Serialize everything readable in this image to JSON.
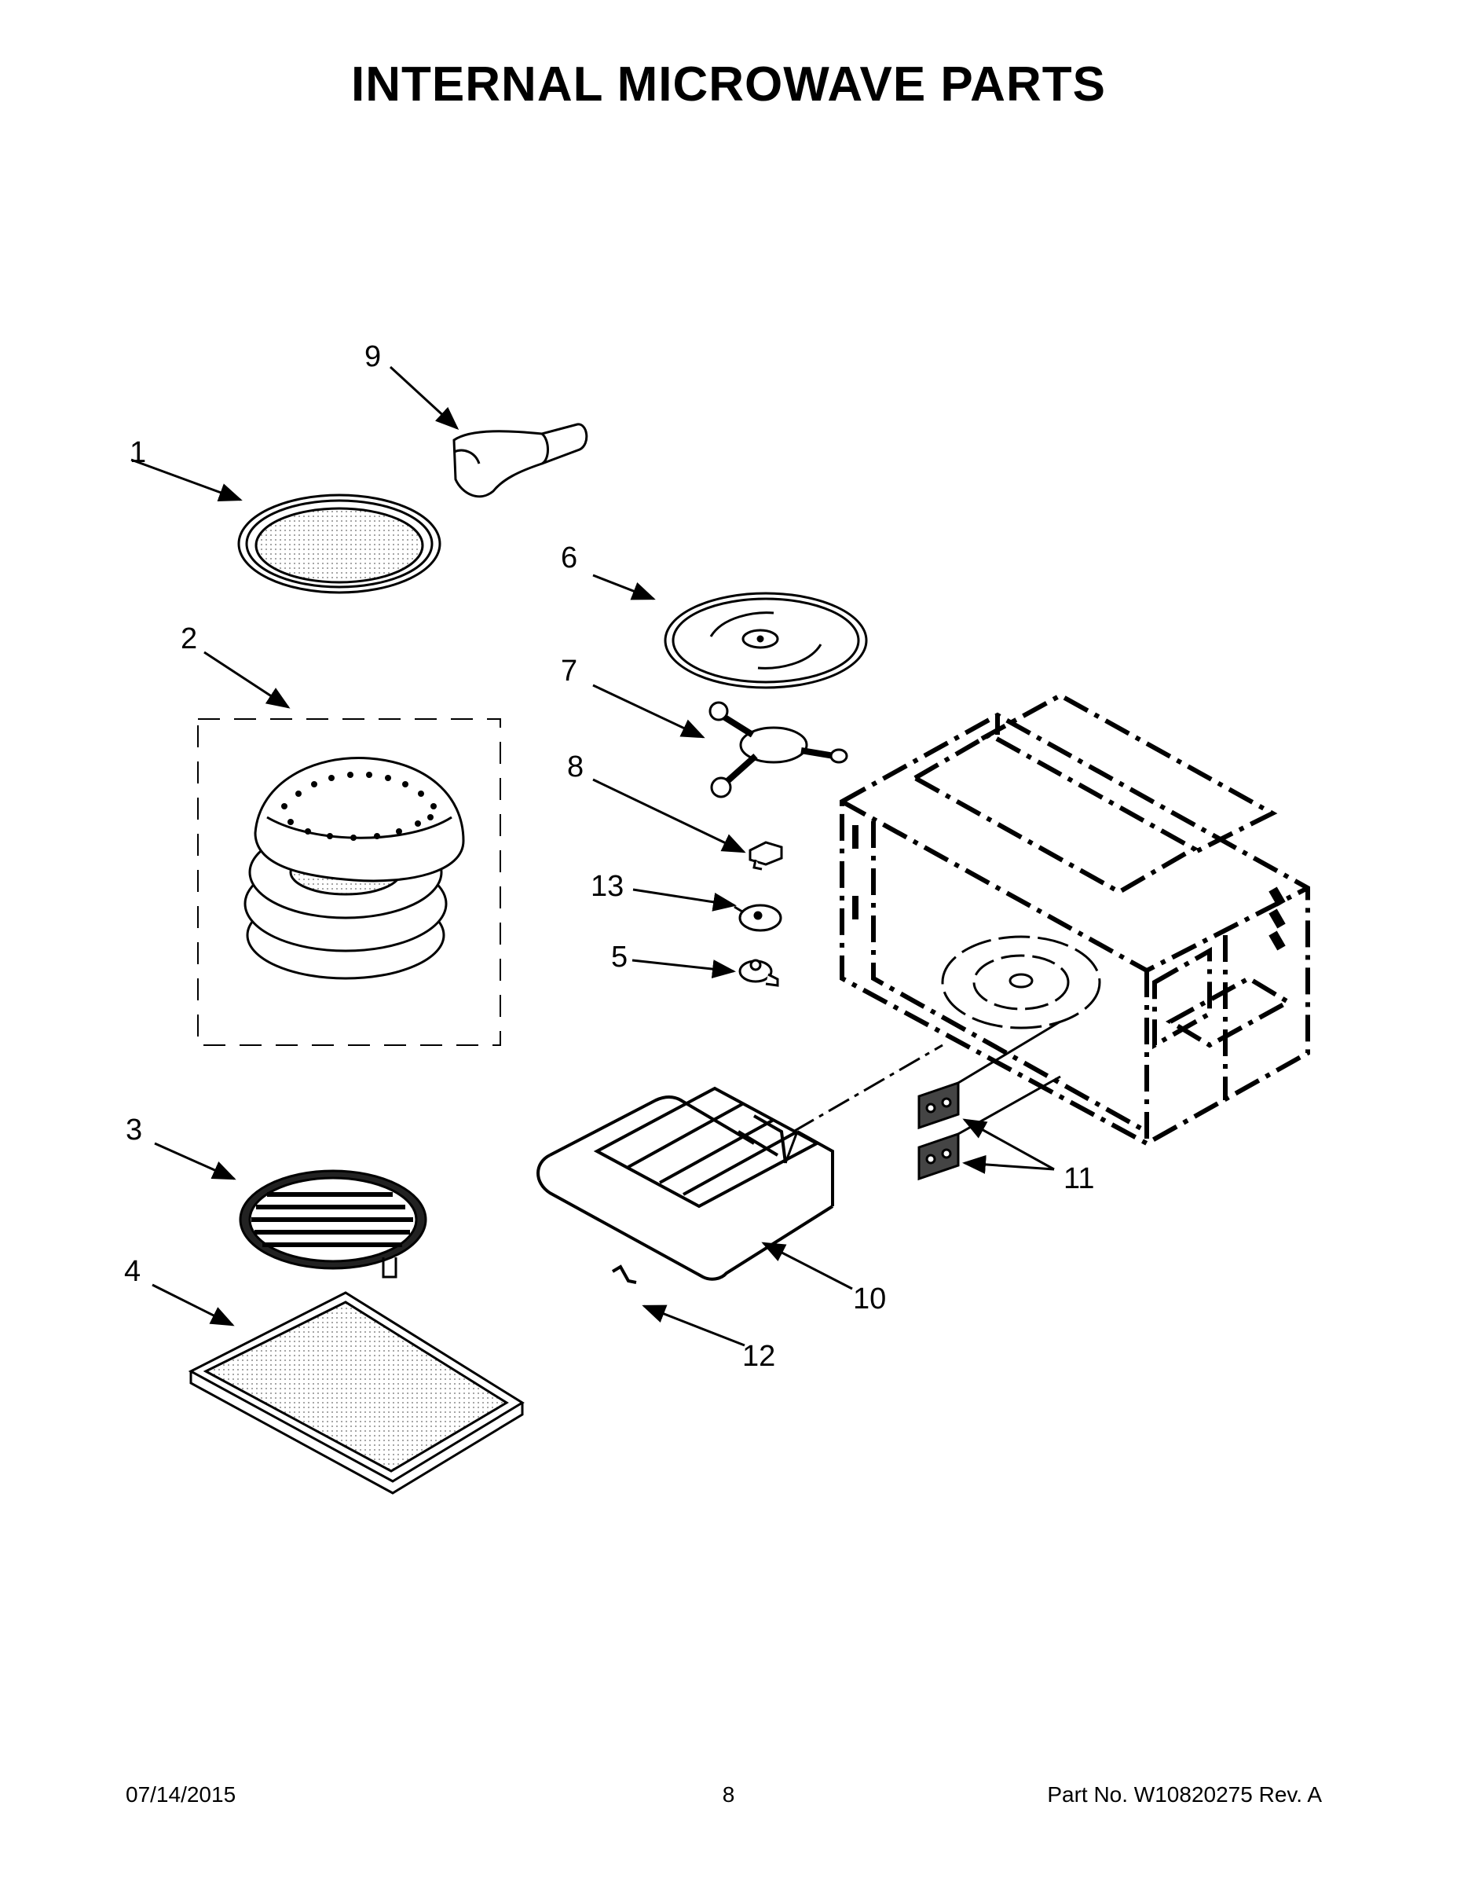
{
  "title": "INTERNAL MICROWAVE PARTS",
  "callouts": {
    "c1": "1",
    "c2": "2",
    "c3": "3",
    "c4": "4",
    "c5": "5",
    "c6": "6",
    "c7": "7",
    "c8": "8",
    "c9": "9",
    "c10": "10",
    "c11": "11",
    "c12": "12",
    "c13": "13"
  },
  "footer": {
    "date": "07/14/2015",
    "page": "8",
    "part": "Part No.  W10820275  Rev.  A"
  }
}
